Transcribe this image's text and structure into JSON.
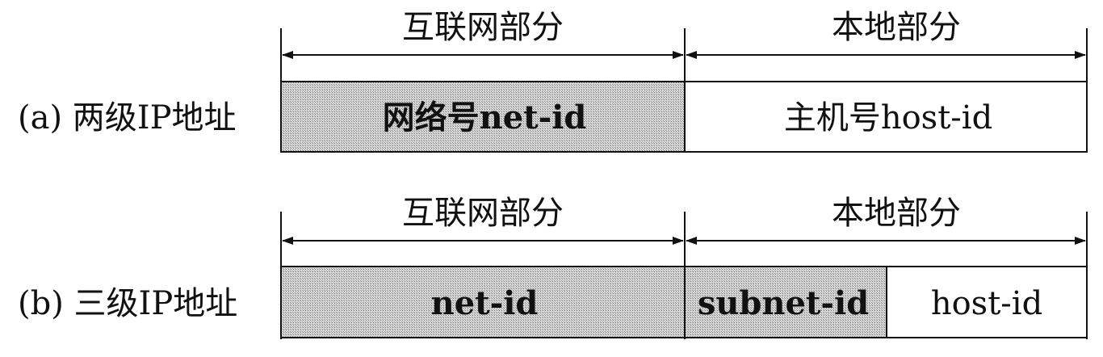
{
  "rows": [
    {
      "label": "(a) 两级IP地址",
      "span_left": "互联网部分",
      "span_right": "本地部分",
      "fields": [
        "网络号net-id",
        "主机号host-id"
      ]
    },
    {
      "label": "(b) 三级IP地址",
      "span_left": "互联网部分",
      "span_right": "本地部分",
      "fields": [
        "net-id",
        "subnet-id",
        "host-id"
      ]
    }
  ],
  "colors": {
    "shaded": "#bdbdbd",
    "line": "#111111"
  }
}
